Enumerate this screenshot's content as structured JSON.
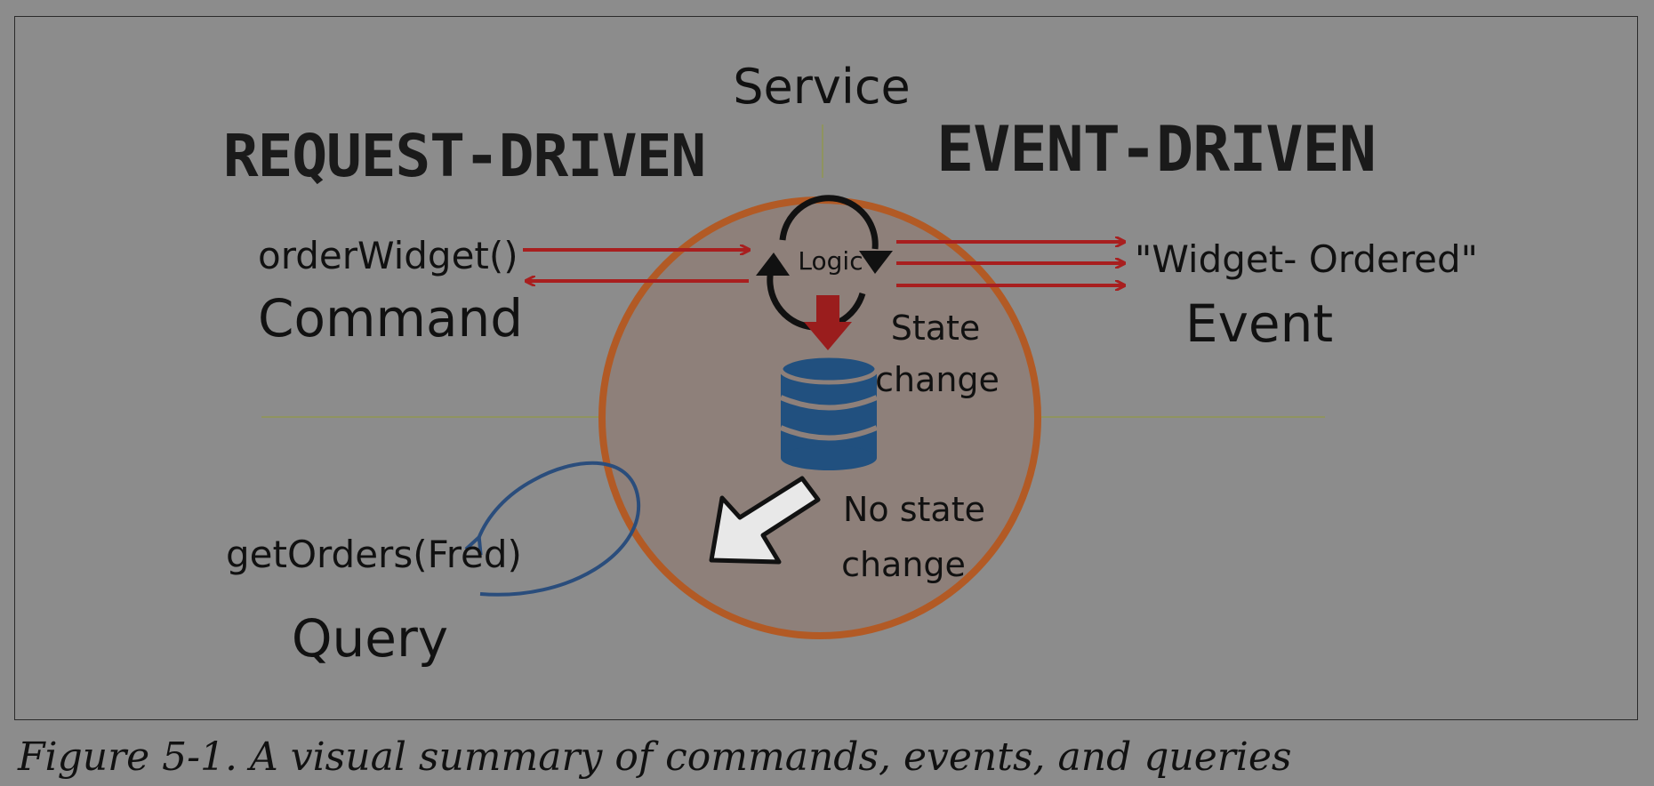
{
  "diagram": {
    "service_label": "Service",
    "request_heading": "REQUEST-DRIVEN",
    "event_heading": "EVENT-DRIVEN",
    "logic_label": "Logic",
    "command_call": "orderWidget()",
    "command_label": "Command",
    "event_name": "\"Widget- Ordered\"",
    "event_label": "Event",
    "state_change_line1": "State",
    "state_change_line2": "change",
    "no_state_change_line1": "No state",
    "no_state_change_line2": "change",
    "query_call": "getOrders(Fred)",
    "query_label": "Query"
  },
  "colors": {
    "background": "#8c8c8c",
    "service_circle_stroke": "#b25a25",
    "service_circle_fill": "#8e807a",
    "command_arrow": "#a81f1f",
    "event_arrow": "#a81f1f",
    "state_arrow": "#9a1d1d",
    "database": "#21507f",
    "query_arrow": "#2a4d7c",
    "divider": "#8f9460"
  },
  "caption": "Figure 5-1. A visual summary of commands, events, and queries"
}
